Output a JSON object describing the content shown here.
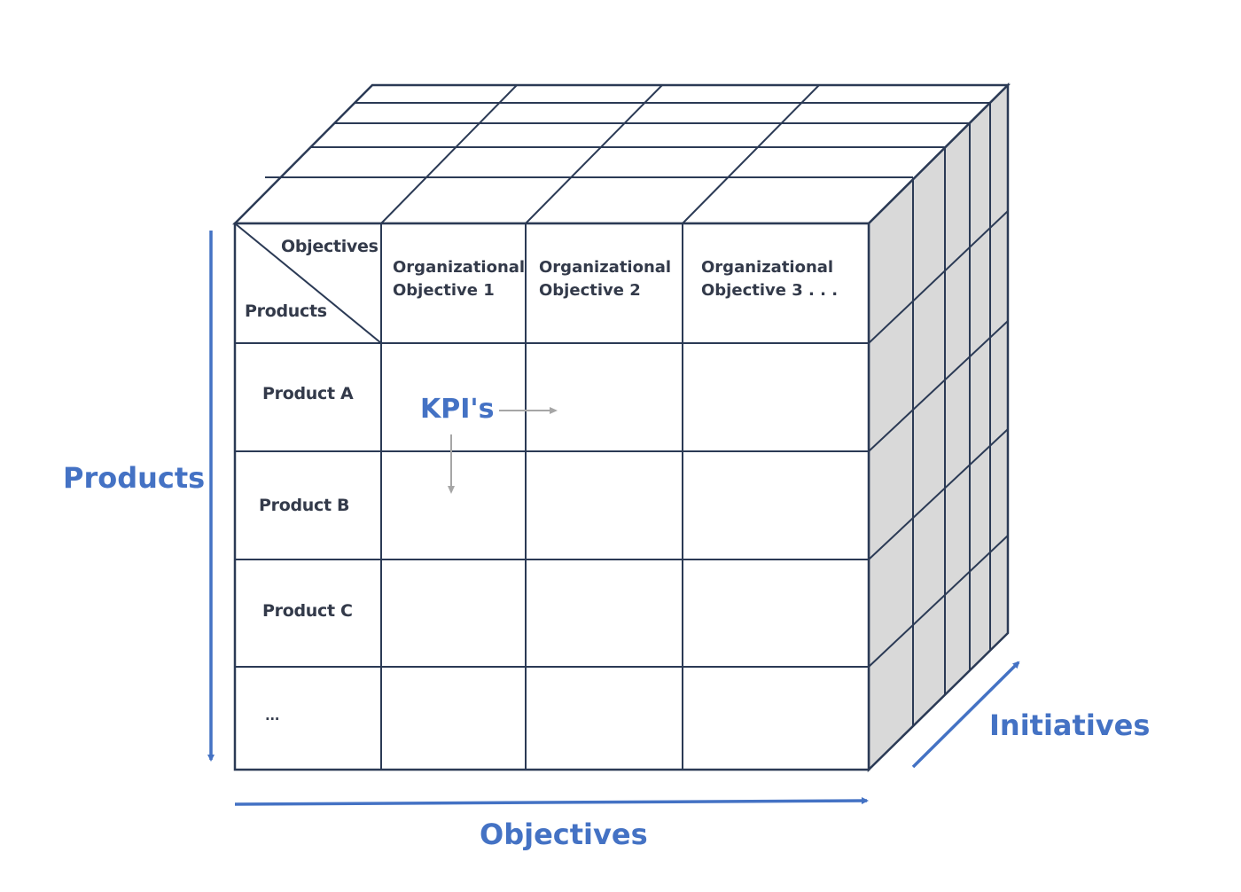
{
  "corner": {
    "objectives_label": "Objectives",
    "products_label": "Products"
  },
  "columns": [
    {
      "line1": "Organizational",
      "line2": "Objective 1"
    },
    {
      "line1": "Organizational",
      "line2": "Objective 2"
    },
    {
      "line1": "Organizational",
      "line2": "Objective 3 . . ."
    }
  ],
  "rows": [
    "Product A",
    "Product B",
    "Product C",
    "..."
  ],
  "kpi_label": "KPI's",
  "axes": {
    "products": "Products",
    "objectives": "Objectives",
    "initiatives": "Initiatives"
  },
  "colors": {
    "accent": "#4472c4",
    "grid": "#2b3a55",
    "side_face": "#d9d9d9",
    "kpi_arrow": "#a6a6a6"
  }
}
